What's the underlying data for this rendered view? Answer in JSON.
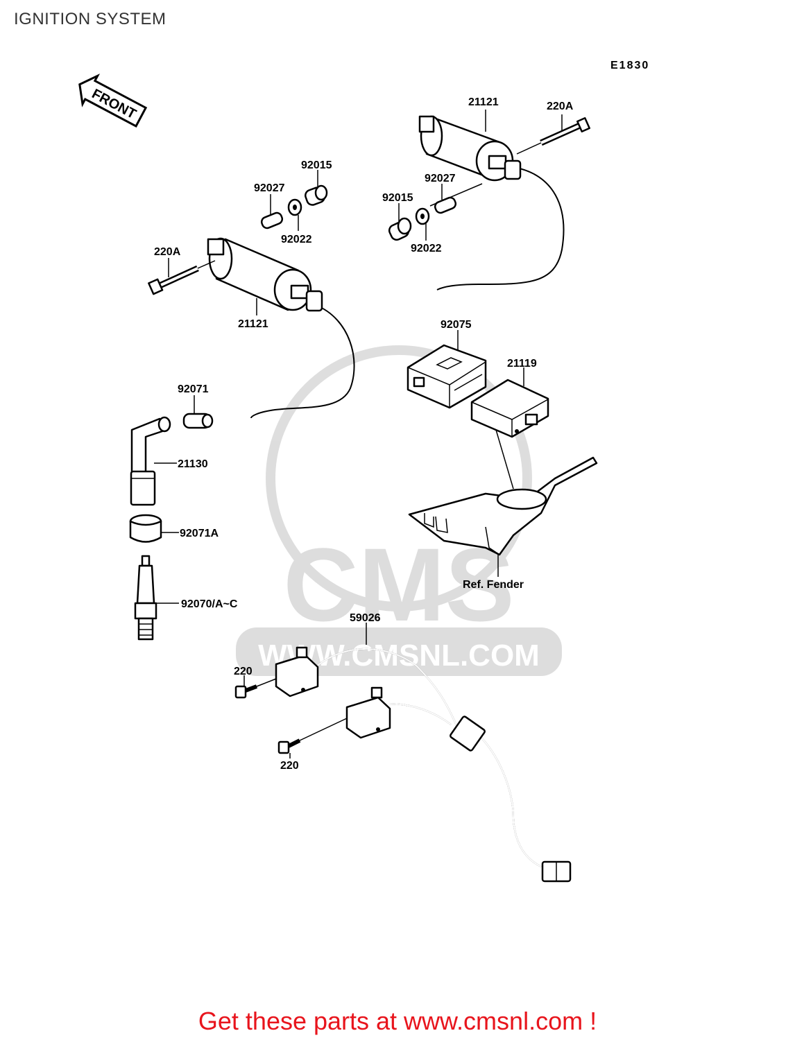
{
  "header": {
    "title": "IGNITION SYSTEM"
  },
  "diagram": {
    "code": "E1830",
    "front_label": "FRONT",
    "fender_label": "Ref. Fender",
    "watermark": {
      "brand": "CMS",
      "url": "WWW.CMSNL.COM"
    },
    "parts": {
      "coil_top": "21121",
      "bolt_top": "220A",
      "collar_top": "92027",
      "bushing_top": "92015",
      "washer_top": "92022",
      "bushing_left": "92015",
      "collar_left": "92027",
      "washer_left": "92022",
      "bolt_left": "220A",
      "coil_left": "21121",
      "unit_92075": "92075",
      "unit_21119": "21119",
      "cap_92071": "92071",
      "cap_21130": "21130",
      "seal_92071a": "92071A",
      "plug_92070": "92070/A~C",
      "harness": "59026",
      "screw_upper": "220",
      "screw_lower": "220"
    }
  },
  "footer": {
    "text": "Get these parts at www.cmsnl.com !"
  }
}
